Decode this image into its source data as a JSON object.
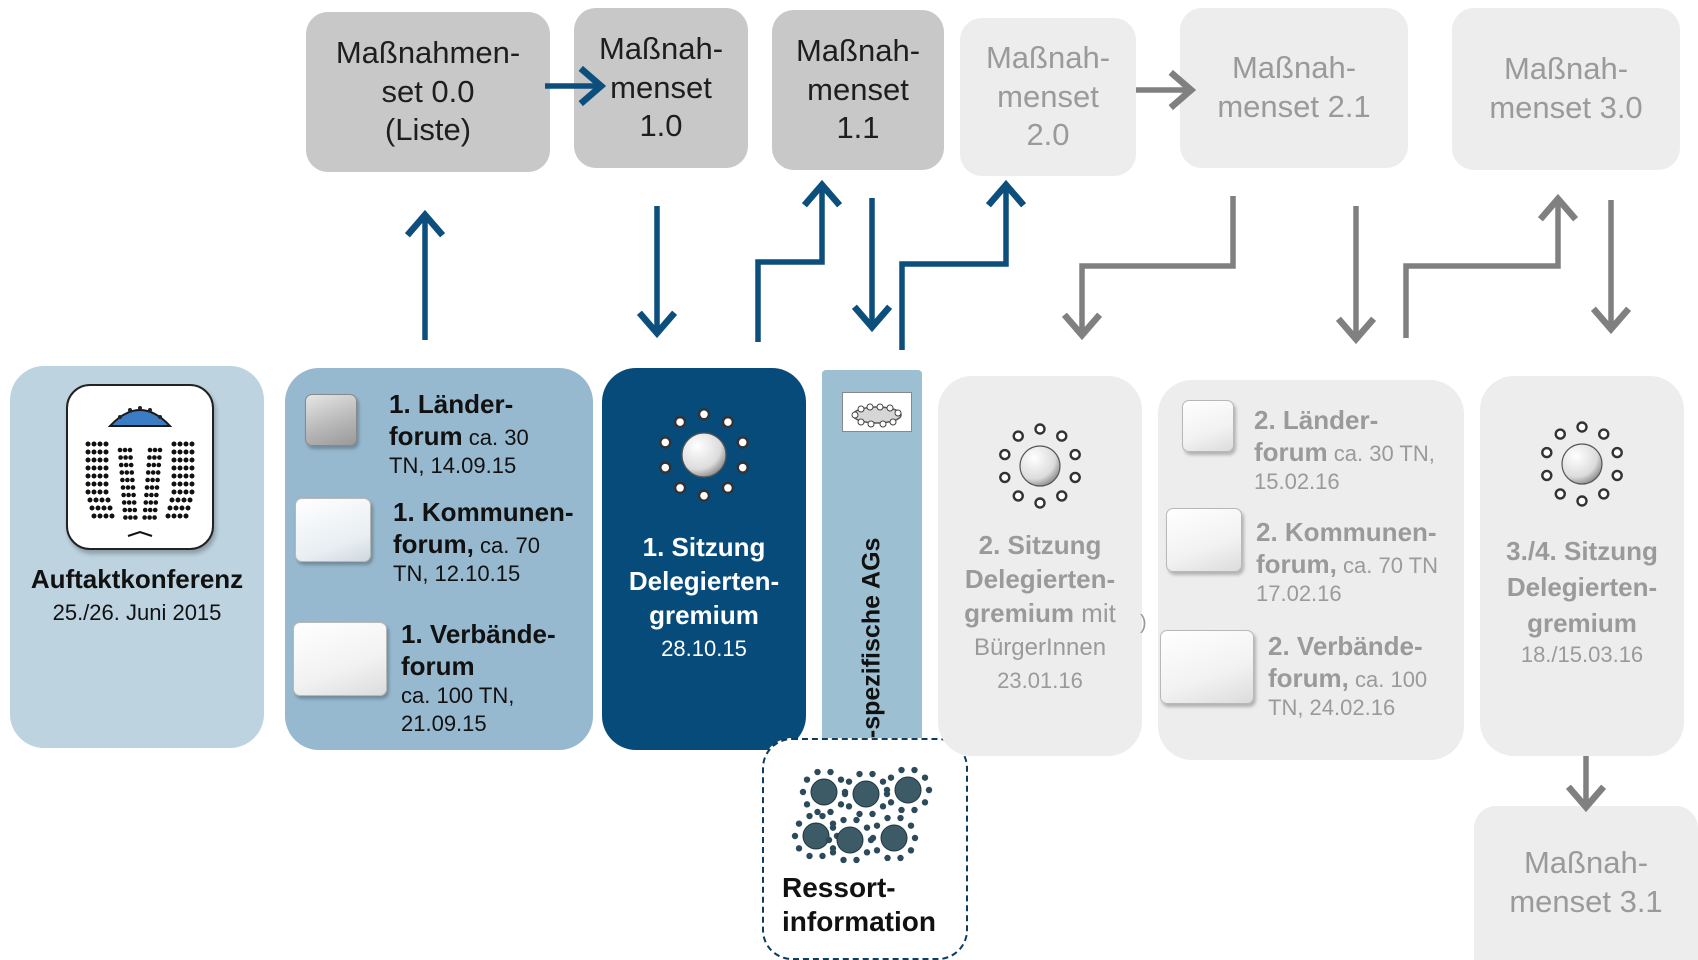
{
  "massnahmensets": [
    {
      "id": "m00",
      "lines": [
        "Maßnahmen-",
        "set 0.0",
        "(Liste)"
      ]
    },
    {
      "id": "m10",
      "lines": [
        "Maßnah-",
        "menset",
        "1.0"
      ]
    },
    {
      "id": "m11",
      "lines": [
        "Maßnah-",
        "menset",
        "1.1"
      ]
    },
    {
      "id": "m20",
      "lines": [
        "Maßnah-",
        "menset",
        "2.0"
      ]
    },
    {
      "id": "m21",
      "lines": [
        "Maßnah-",
        "menset 2.1"
      ]
    },
    {
      "id": "m30",
      "lines": [
        "Maßnah-",
        "menset 3.0"
      ]
    },
    {
      "id": "m31",
      "lines": [
        "Maßnah-",
        "menset 3.1"
      ]
    }
  ],
  "auftakt": {
    "title": "Auftaktkonferenz",
    "date": "25./26. Juni 2015"
  },
  "foren1": {
    "laender": {
      "b1": "1. Länder-",
      "b2": "forum",
      "s2": " ca. 30",
      "l3": "TN, 14.09.15"
    },
    "kommunen": {
      "b1": "1. Kommunen-",
      "b2": "forum,",
      "s2": " ca. 70",
      "l3": "TN, 12.10.15"
    },
    "verbaende": {
      "b1": "1. Verbände-",
      "b2": "forum",
      "l3": "ca. 100 TN,",
      "l4": "21.09.15"
    }
  },
  "sitzung1": {
    "l1": "1.  Sitzung",
    "l2": "Delegierten-",
    "l3": "gremium",
    "date": "28.10.15"
  },
  "hf_ags": {
    "label": "HF-spezifische AGs"
  },
  "ressort": {
    "l1": "Ressort-",
    "l2": "information"
  },
  "sitzung2": {
    "l1": "2. Sitzung",
    "l2": "Delegierten-",
    "l3b": "gremium",
    "l3n": " mit",
    "l4": "BürgerInnen",
    "date": "23.01.16",
    "stray": ")"
  },
  "foren2": {
    "laender": {
      "b1": "2. Länder-",
      "b2": "forum",
      "s2": " ca. 30 TN,",
      "l3": "15.02.16"
    },
    "kommunen": {
      "b1": "2. Kommunen-",
      "b2": "forum,",
      "s2": " ca. 70 TN",
      "l3": "17.02.16"
    },
    "verbaende": {
      "b1": "2. Verbände-",
      "b2": "forum,",
      "s2": " ca. 100",
      "l3": "TN, 24.02.16"
    }
  },
  "sitzung34": {
    "l1": "3./4. Sitzung",
    "l2": "Delegierten-",
    "l3": "gremium",
    "date": "18./15.03.16"
  },
  "colors": {
    "blue_arrow": "#0d4f7c",
    "grey_arrow": "#808080",
    "light_blue": "#bdd3e0",
    "mid_blue": "#97b9cf",
    "dark_blue": "#074b7a",
    "hf_blue": "#9dbfd2"
  }
}
